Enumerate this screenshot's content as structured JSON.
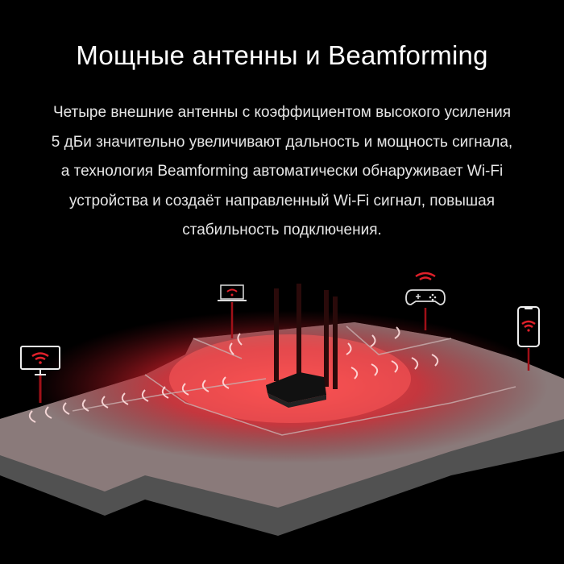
{
  "headline": "Мощные антенны и Beamforming",
  "description_lines": [
    "Четыре внешние антенны с коэффициентом высокого усиления",
    "5 дБи значительно увеличивают дальность и мощность сигнала,",
    "а технология Beamforming автоматически обнаруживает Wi-Fi",
    "устройства и создаёт направленный Wi-Fi сигнал, повышая",
    "стабильность подключения."
  ],
  "illustration": {
    "devices": [
      "monitor-icon",
      "laptop-icon",
      "gamepad-icon",
      "smartphone-icon"
    ],
    "center": "router-with-four-antennas",
    "signal_color": "#e0202a",
    "floor_color": "#8a8a8a",
    "background": "#000000"
  }
}
